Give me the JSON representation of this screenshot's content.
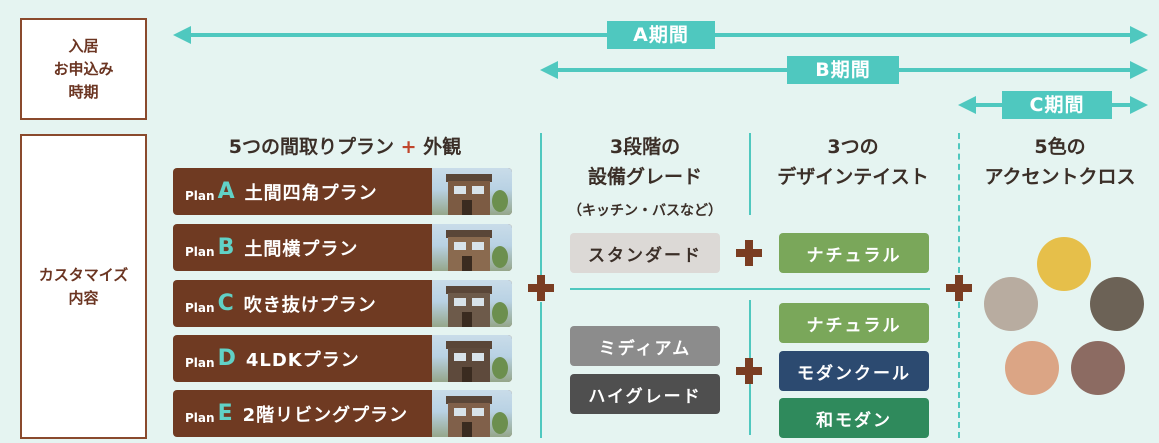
{
  "labels": {
    "period": "入居\nお申込み\n時期",
    "customize": "カスタマイズ\n内容"
  },
  "periods": {
    "a": "A期間",
    "b": "B期間",
    "c": "C期間"
  },
  "headings": {
    "plans_main": "5つの間取りプラン",
    "plans_plus": "+",
    "plans_exterior": "外観",
    "grade": "3段階の\n設備グレード",
    "grade_sub": "（キッチン・バスなど）",
    "taste": "3つの\nデザインテイスト",
    "cross": "5色の\nアクセントクロス"
  },
  "plans": [
    {
      "word": "Plan",
      "letter": "A",
      "name": "土間四角プラン"
    },
    {
      "word": "Plan",
      "letter": "B",
      "name": "土間横プラン"
    },
    {
      "word": "Plan",
      "letter": "C",
      "name": "吹き抜けプラン"
    },
    {
      "word": "Plan",
      "letter": "D",
      "name": "4LDKプラン"
    },
    {
      "word": "Plan",
      "letter": "E",
      "name": "2階リビングプラン"
    }
  ],
  "grades": {
    "standard": "スタンダード",
    "medium": "ミディアム",
    "high": "ハイグレード"
  },
  "tastes": {
    "natural_1": "ナチュラル",
    "natural_2": "ナチュラル",
    "modern_cool": "モダンクール",
    "wa_modern": "和モダン"
  },
  "colors": {
    "brown_label": "#6f3a22",
    "teal": "#4fc8bf",
    "background": "#e5f4f1",
    "grade_standard": "#dcd9d6",
    "grade_medium": "#8c8c8c",
    "grade_high": "#4f4f4f",
    "taste_natural": "#7aa75a",
    "taste_modern_cool": "#2c4a70",
    "taste_wa_modern": "#2f8a5c",
    "cross": [
      "#e6bf4a",
      "#b8aca0",
      "#6c6256",
      "#dba585",
      "#8c6b62"
    ]
  }
}
